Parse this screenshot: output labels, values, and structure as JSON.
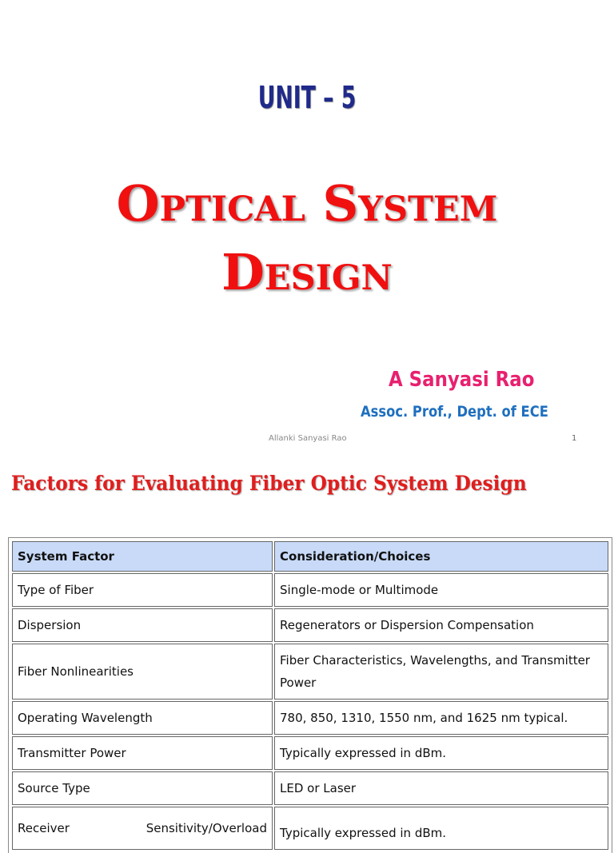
{
  "slide": {
    "unit": "UNIT – 5",
    "title_line1": "Optical System",
    "title_line2": "Design",
    "author": "A Sanyasi Rao",
    "designation": "Assoc. Prof., Dept. of ECE",
    "footer_name": "Allanki Sanyasi Rao",
    "page_number": "1"
  },
  "section": {
    "heading": "Factors for Evaluating Fiber Optic System Design"
  },
  "table": {
    "headers": [
      "System Factor",
      "Consideration/Choices"
    ],
    "rows": [
      {
        "factor": "Type of Fiber",
        "choice": "Single-mode or Multimode"
      },
      {
        "factor": "Dispersion",
        "choice": "Regenerators or Dispersion Compensation"
      },
      {
        "factor": "Fiber Nonlinearities",
        "choice": "Fiber Characteristics, Wavelengths, and Transmitter Power"
      },
      {
        "factor": "Operating Wavelength",
        "choice": "780, 850, 1310, 1550 nm, and 1625 nm typical."
      },
      {
        "factor": "Transmitter Power",
        "choice": "Typically expressed in dBm."
      },
      {
        "factor": "Source Type",
        "choice": "LED or Laser"
      },
      {
        "factor_left": "Receiver",
        "factor_right": "Sensitivity/Overload",
        "choice": "Typically expressed in dBm."
      }
    ]
  }
}
